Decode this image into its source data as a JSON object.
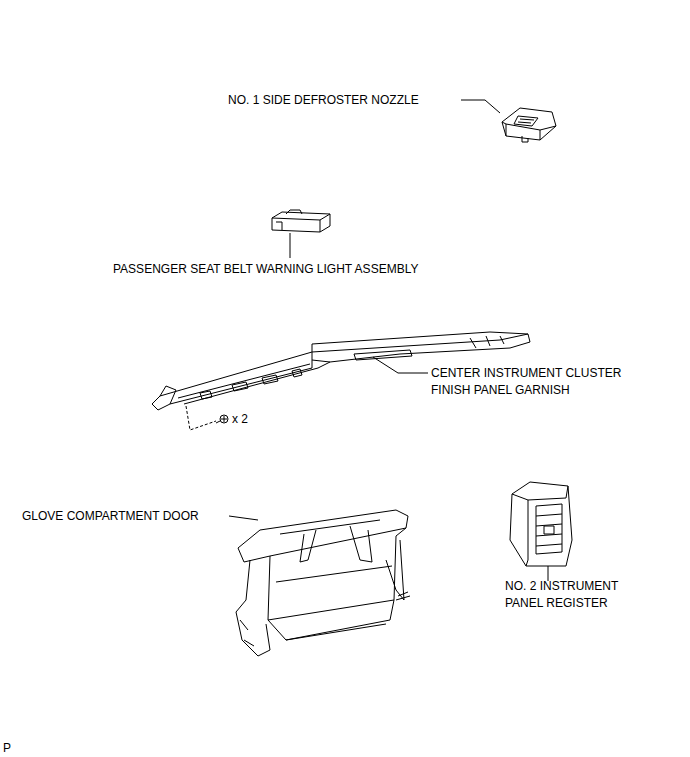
{
  "diagram": {
    "labels": [
      "NO. 1 SIDE DEFROSTER NOZZLE",
      "PASSENGER SEAT BELT WARNING LIGHT ASSEMBLY",
      "CENTER INSTRUMENT CLUSTER FINISH PANEL GARNISH",
      "x 2",
      "GLOVE COMPARTMENT DOOR",
      "NO. 2 INSTRUMENT PANEL REGISTER",
      "P"
    ]
  }
}
